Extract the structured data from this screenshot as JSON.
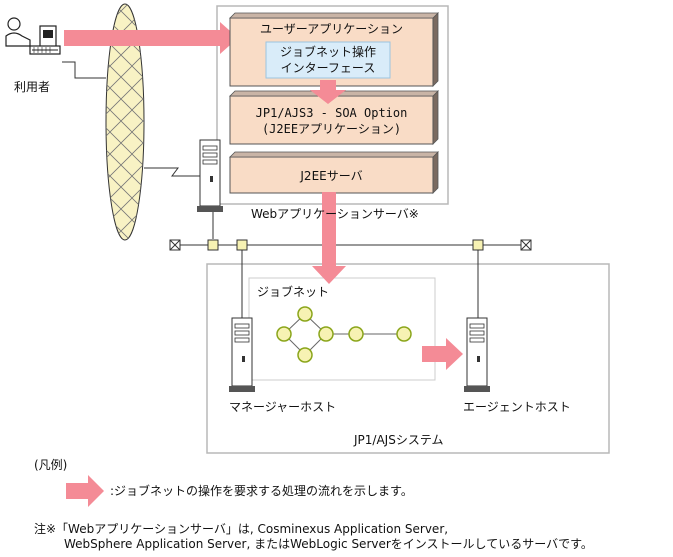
{
  "user": {
    "label": "利用者"
  },
  "web_server": {
    "app_box_title": "ユーザーアプリケーション",
    "interface_line1": "ジョブネット操作",
    "interface_line2": "インターフェース",
    "soa_line1": "JP1/AJS3 - SOA Option",
    "soa_line2": "(J2EEアプリケーション)",
    "j2ee_label": "J2EEサーバ",
    "caption": "Webアプリケーションサーバ※"
  },
  "ajs_system": {
    "jobnet_label": "ジョブネット",
    "manager_label": "マネージャーホスト",
    "agent_label": "エージェントホスト",
    "caption": "JP1/AJSシステム"
  },
  "legend": {
    "heading": "(凡例)",
    "arrow_desc": ":ジョブネットの操作を要求する処理の流れを示します。"
  },
  "note": {
    "line1": "注※「Webアプリケーションサーバ」は, Cosminexus Application Server,",
    "line2": "WebSphere Application Server, またはWebLogic Serverをインストールしているサーバです。"
  },
  "colors": {
    "box_fill": "#f9dcc6",
    "box_shadow": "#7a6a60",
    "interface_fill": "#d9ecf9",
    "arrow": "#f48b96",
    "cloud_fill": "#f8f2c4",
    "node_fill": "#f7f2b3",
    "node_stroke": "#8aa51a",
    "connector_fill": "#f7f2b3",
    "frame_stroke": "#b8b8b8"
  }
}
